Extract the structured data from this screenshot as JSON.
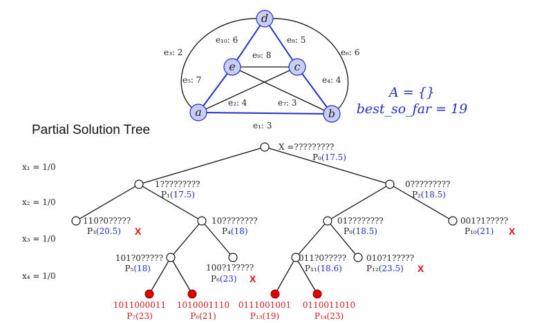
{
  "graph": {
    "vertices": [
      "a",
      "b",
      "c",
      "d",
      "e"
    ],
    "edges": [
      {
        "id": "e1",
        "label": "e₁: 3"
      },
      {
        "id": "e2",
        "label": "e₂: 4"
      },
      {
        "id": "e3",
        "label": "e₃: 2"
      },
      {
        "id": "e4",
        "label": "e₄: 4"
      },
      {
        "id": "e5",
        "label": "e₅: 7"
      },
      {
        "id": "e6",
        "label": "e₆: 6"
      },
      {
        "id": "e7",
        "label": "e₇: 3"
      },
      {
        "id": "e8",
        "label": "e₈: 5"
      },
      {
        "id": "e9",
        "label": "e₉: 8"
      },
      {
        "id": "e10",
        "label": "e₁₀: 6"
      }
    ],
    "set_a": "A = {}",
    "best_so_far": "best_so_far = 19",
    "colors": {
      "vertex_fill": "#c8cdf5",
      "highlight_edge": "#1f2fbf",
      "edge": "#111111",
      "leaf_fill": "#e00000"
    }
  },
  "tree": {
    "title": "Partial Solution Tree",
    "levels": [
      "x₁ = 1/0",
      "x₂ = 1/0",
      "x₃ = 1/0",
      "x₄ = 1/0"
    ],
    "nodes": [
      {
        "id": "P0",
        "code": "X =?????????",
        "name": "P₀",
        "bound": "(17.5)",
        "pruned": false
      },
      {
        "id": "P1",
        "code": "1?????????",
        "name": "P₁",
        "bound": "(17.5)",
        "pruned": false
      },
      {
        "id": "P2",
        "code": "0?????????",
        "name": "P₂",
        "bound": "(18.5)",
        "pruned": false
      },
      {
        "id": "P3",
        "code": "110?0?????",
        "name": "P₃",
        "bound": "(20.5)",
        "pruned": true
      },
      {
        "id": "P4",
        "code": "10????????",
        "name": "P₄",
        "bound": "(18)",
        "pruned": false
      },
      {
        "id": "P9",
        "code": "01????????",
        "name": "P₉",
        "bound": "(18.5)",
        "pruned": false
      },
      {
        "id": "P10",
        "code": "001?1?????",
        "name": "P₁₀",
        "bound": "(21)",
        "pruned": true
      },
      {
        "id": "P5",
        "code": "101?0?????",
        "name": "P₅",
        "bound": "(18)",
        "pruned": false
      },
      {
        "id": "P6",
        "code": "100?1?????",
        "name": "P₆",
        "bound": "(23)",
        "pruned": true
      },
      {
        "id": "P11",
        "code": "011?0?????",
        "name": "P₁₁",
        "bound": "(18.6)",
        "pruned": false
      },
      {
        "id": "P12",
        "code": "010?1?????",
        "name": "P₁₂",
        "bound": "(23.5)",
        "pruned": true
      },
      {
        "id": "P7",
        "code": "1011000011",
        "name": "P₇",
        "bound": "(23)",
        "pruned": false
      },
      {
        "id": "P8",
        "code": "1010001110",
        "name": "P₈",
        "bound": "(21)",
        "pruned": false
      },
      {
        "id": "P13",
        "code": "0111001001",
        "name": "P₁₃",
        "bound": "(19)",
        "pruned": false
      },
      {
        "id": "P14",
        "code": "0110011010",
        "name": "P₁₄",
        "bound": "(23)",
        "pruned": false
      }
    ],
    "prune_mark": "X"
  }
}
